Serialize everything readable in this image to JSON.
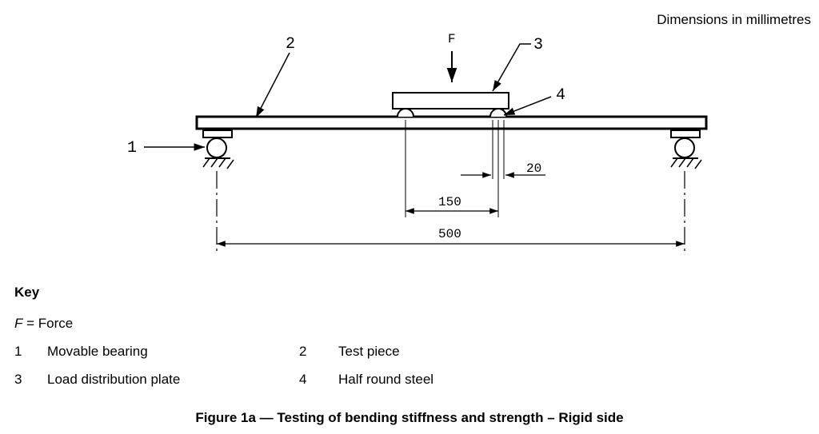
{
  "dimensions_note": "Dimensions in millimetres",
  "callouts": {
    "c1": "1",
    "c2": "2",
    "c3": "3",
    "c4": "4"
  },
  "force_label": "F",
  "dims": {
    "d20": "20",
    "d150": "150",
    "d500": "500"
  },
  "key": {
    "title": "Key",
    "force_symbol": "F",
    "force_text": "= Force",
    "items": [
      {
        "num": "1",
        "label": "Movable bearing"
      },
      {
        "num": "2",
        "label": "Test piece"
      },
      {
        "num": "3",
        "label": "Load distribution plate"
      },
      {
        "num": "4",
        "label": "Half round steel"
      }
    ]
  },
  "caption": "Figure 1a — Testing of bending stiffness and strength – Rigid side"
}
